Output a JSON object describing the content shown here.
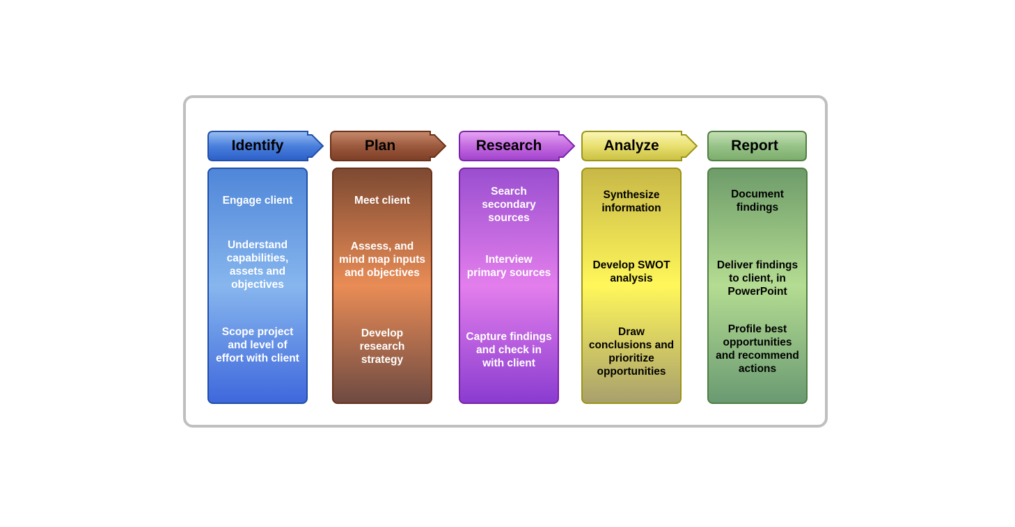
{
  "stages": [
    {
      "title": "Identify",
      "colors": {
        "header_top": "#9cc0f4",
        "header_mid": "#4a7fdc",
        "header_bottom": "#2c5fc8",
        "border": "#1f4fa8",
        "body_top": "#4f86d8",
        "body_mid": "#87b6ee",
        "body_bottom": "#3f68dc"
      },
      "items": [
        "Engage client",
        "Understand capabilities, assets and objectives",
        "Scope project and level of effort with client"
      ]
    },
    {
      "title": "Plan",
      "colors": {
        "header_top": "#c88a6c",
        "header_mid": "#9c5a3e",
        "header_bottom": "#7d3e26",
        "border": "#6a3018",
        "body_top": "#7d4a32",
        "body_mid": "#e98c56",
        "body_bottom": "#6e4a42"
      },
      "items": [
        "Meet client",
        "Assess, and mind map inputs and objectives",
        "Develop research strategy"
      ]
    },
    {
      "title": "Research",
      "colors": {
        "header_top": "#e7a6f4",
        "header_mid": "#c46ae0",
        "header_bottom": "#a042cc",
        "border": "#7c22a8",
        "body_top": "#9a4fd0",
        "body_mid": "#e37eec",
        "body_bottom": "#8a3cd0"
      },
      "items": [
        "Search secondary sources",
        "Interview primary sources",
        "Capture findings and check in with client"
      ]
    },
    {
      "title": "Analyze",
      "colors": {
        "header_top": "#fbf7b8",
        "header_mid": "#e9e070",
        "header_bottom": "#c9c042",
        "border": "#9c9414",
        "body_top": "#c8b848",
        "body_mid": "#fff75a",
        "body_bottom": "#a8a06c"
      },
      "items": [
        "Synthesize information",
        "Develop SWOT analysis",
        "Draw conclusions and prioritize opportunities"
      ]
    },
    {
      "title": "Report",
      "colors": {
        "header_top": "#c8e2b8",
        "header_mid": "#97c388",
        "header_bottom": "#7cac6c",
        "border": "#4e7e40",
        "body_top": "#6e9c6a",
        "body_mid": "#b4dc92",
        "body_bottom": "#6a9a72"
      },
      "items": [
        "Document findings",
        "Deliver findings to client, in PowerPoint",
        "Profile best opportunities and recommend actions"
      ]
    }
  ]
}
